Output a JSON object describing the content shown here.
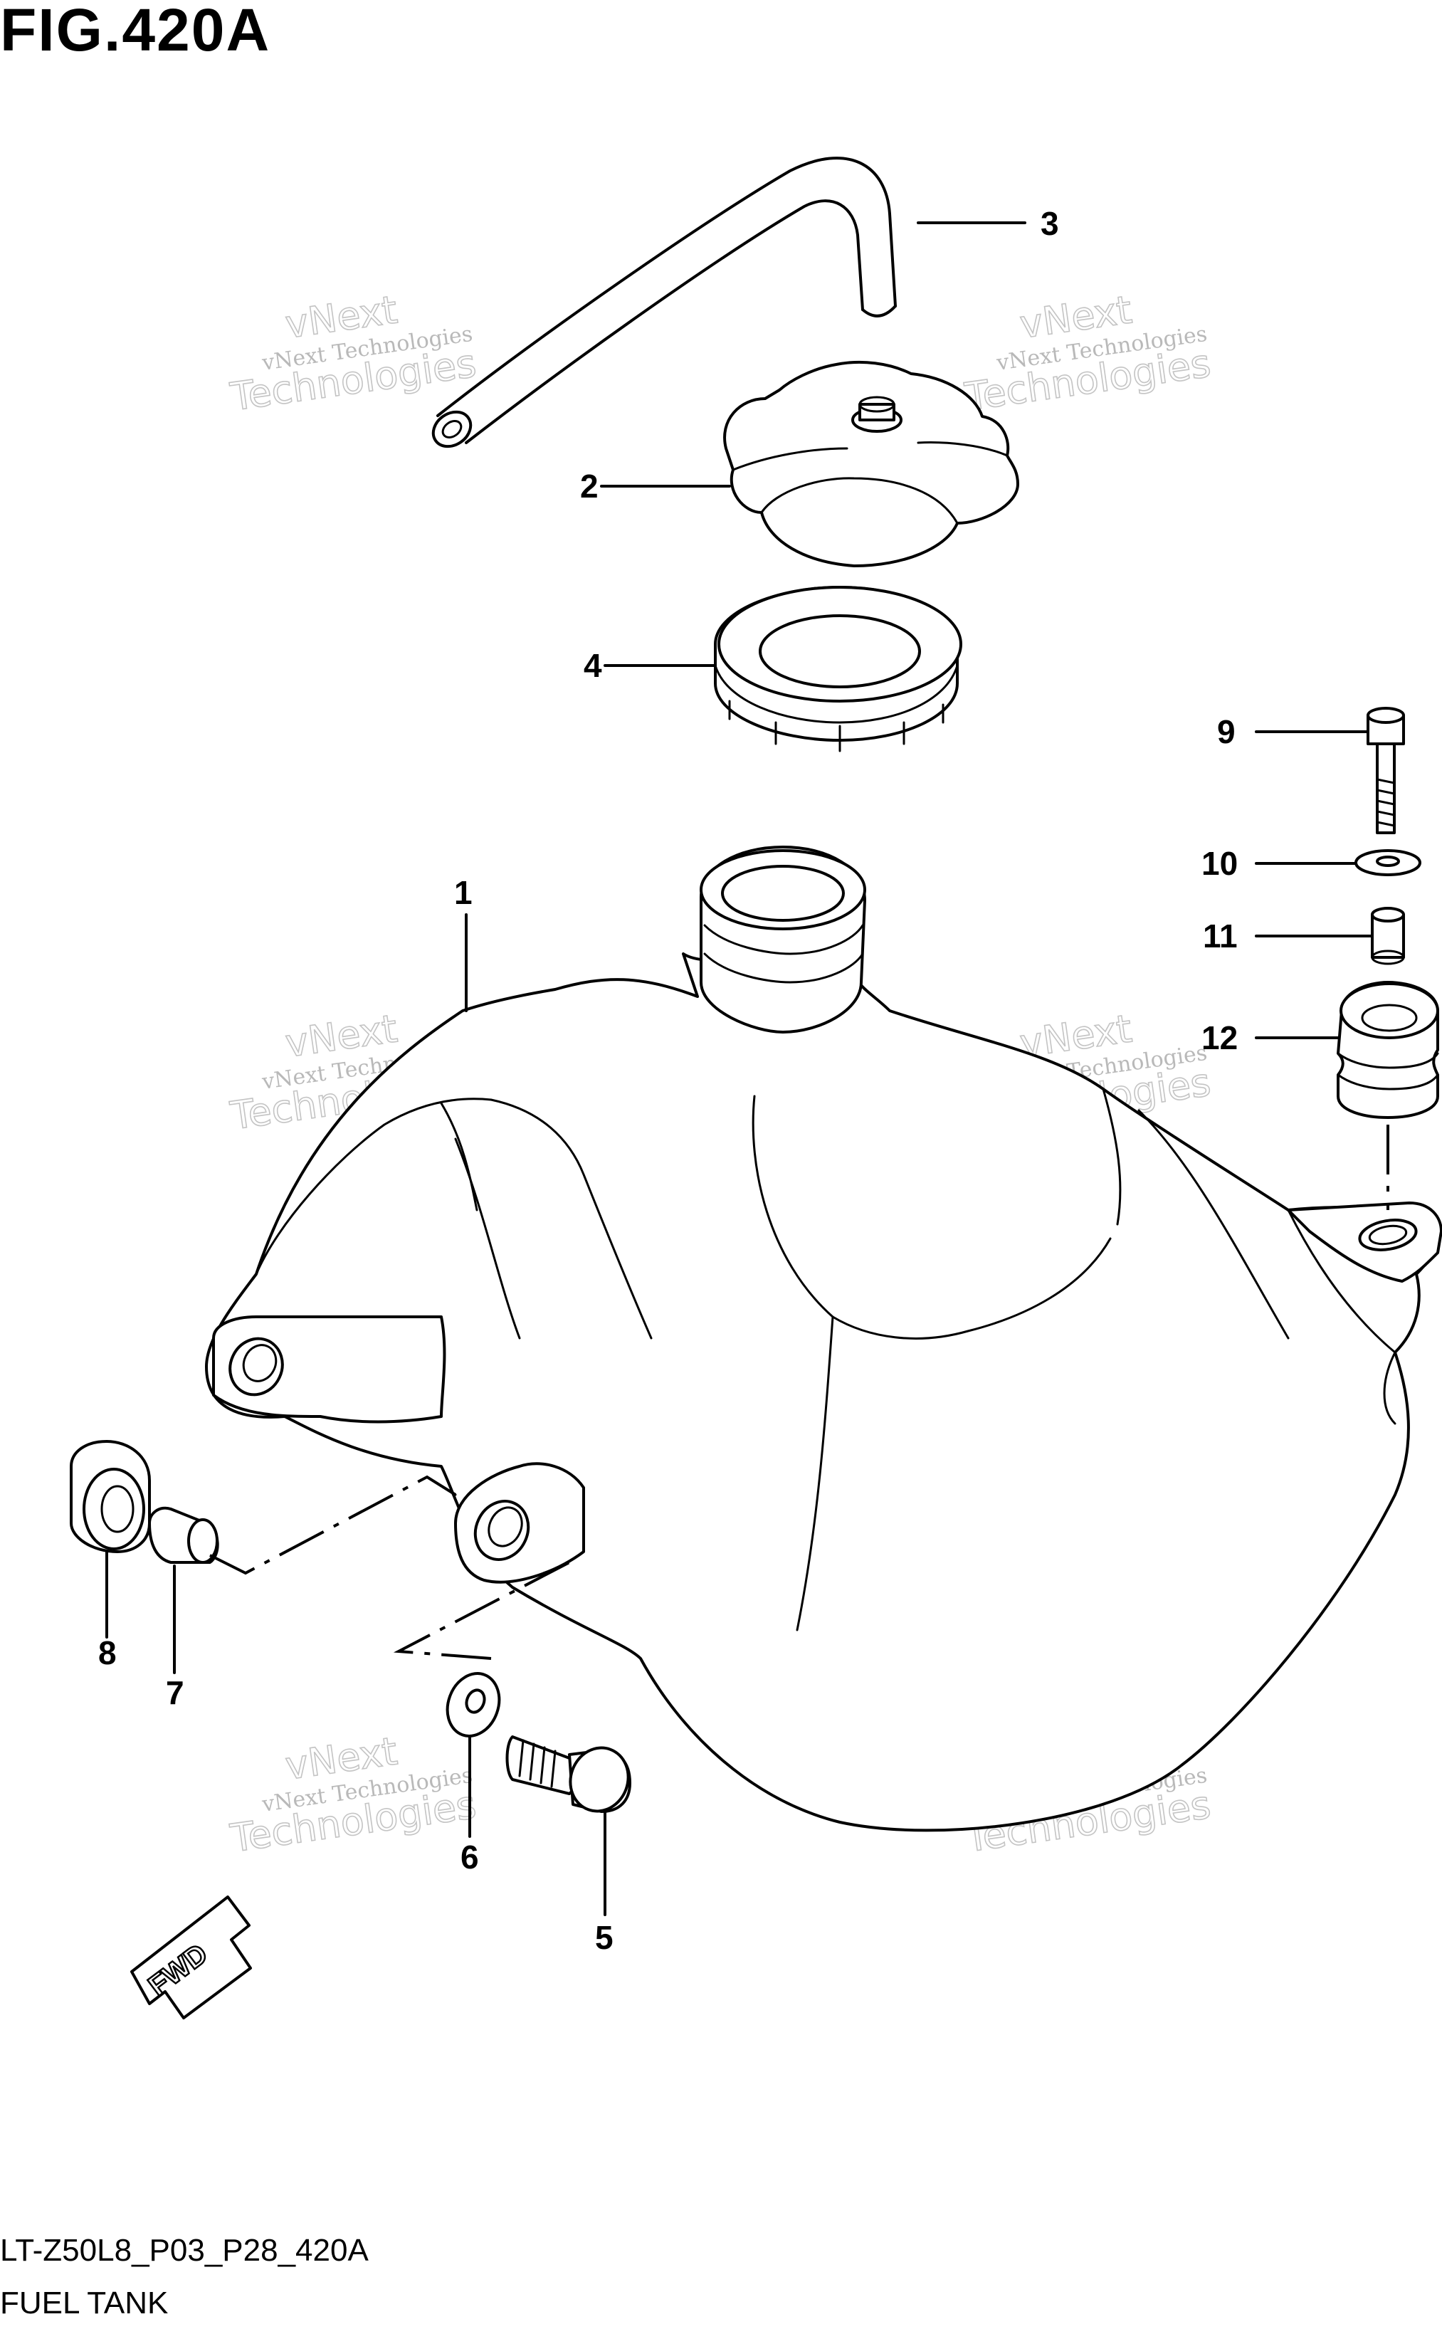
{
  "figure": {
    "title": "FIG.420A",
    "code": "LT-Z50L8_P03_P28_420A",
    "description": "FUEL TANK"
  },
  "callouts": [
    "1",
    "2",
    "3",
    "4",
    "5",
    "6",
    "7",
    "8",
    "9",
    "10",
    "11",
    "12"
  ],
  "watermark": {
    "line1": "vNext",
    "line2": "vNext Technologies",
    "line3": "Technologies"
  },
  "fwd_label": "FWD"
}
